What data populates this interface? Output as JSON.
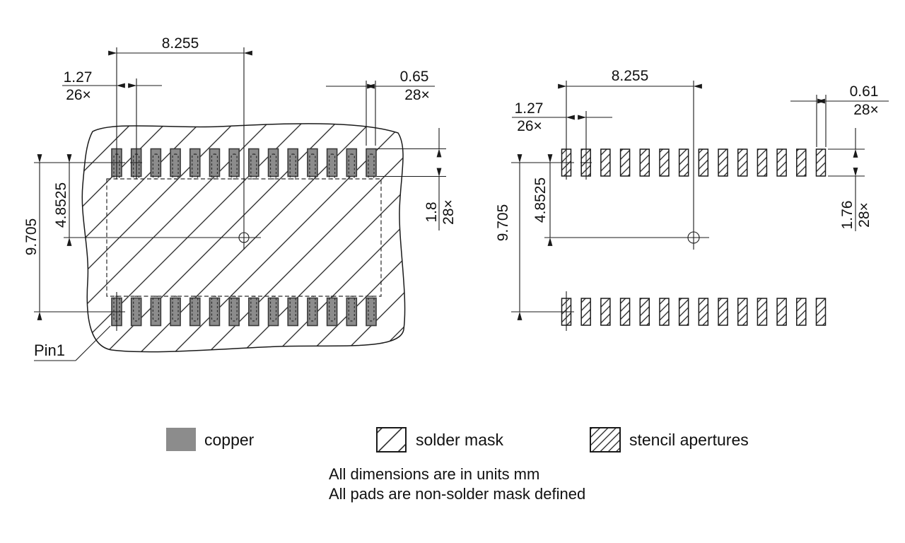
{
  "colors": {
    "copper_fill": "#8C8C8C",
    "line": "#1a1a1a"
  },
  "footprint": {
    "pads_per_row": 14,
    "rows": 2
  },
  "copper_view": {
    "dim_span": "8.255",
    "dim_pitch": "1.27",
    "dim_pitch_count": "26×",
    "dim_pad_width": "0.65",
    "dim_pad_width_count": "28×",
    "dim_pad_height": "1.8",
    "dim_pad_height_count": "28×",
    "dim_row_span": "9.705",
    "dim_half_span": "4.8525",
    "pin1_label": "Pin1"
  },
  "stencil_view": {
    "dim_span": "8.255",
    "dim_pitch": "1.27",
    "dim_pitch_count": "26×",
    "dim_aperture_width": "0.61",
    "dim_aperture_width_count": "28×",
    "dim_aperture_height": "1.76",
    "dim_aperture_height_count": "28×",
    "dim_row_span": "9.705",
    "dim_half_span": "4.8525"
  },
  "legend": {
    "copper": "copper",
    "solder_mask": "solder mask",
    "stencil_apertures": "stencil apertures"
  },
  "notes": [
    "All dimensions are in units mm",
    "All pads are non-solder mask defined"
  ]
}
